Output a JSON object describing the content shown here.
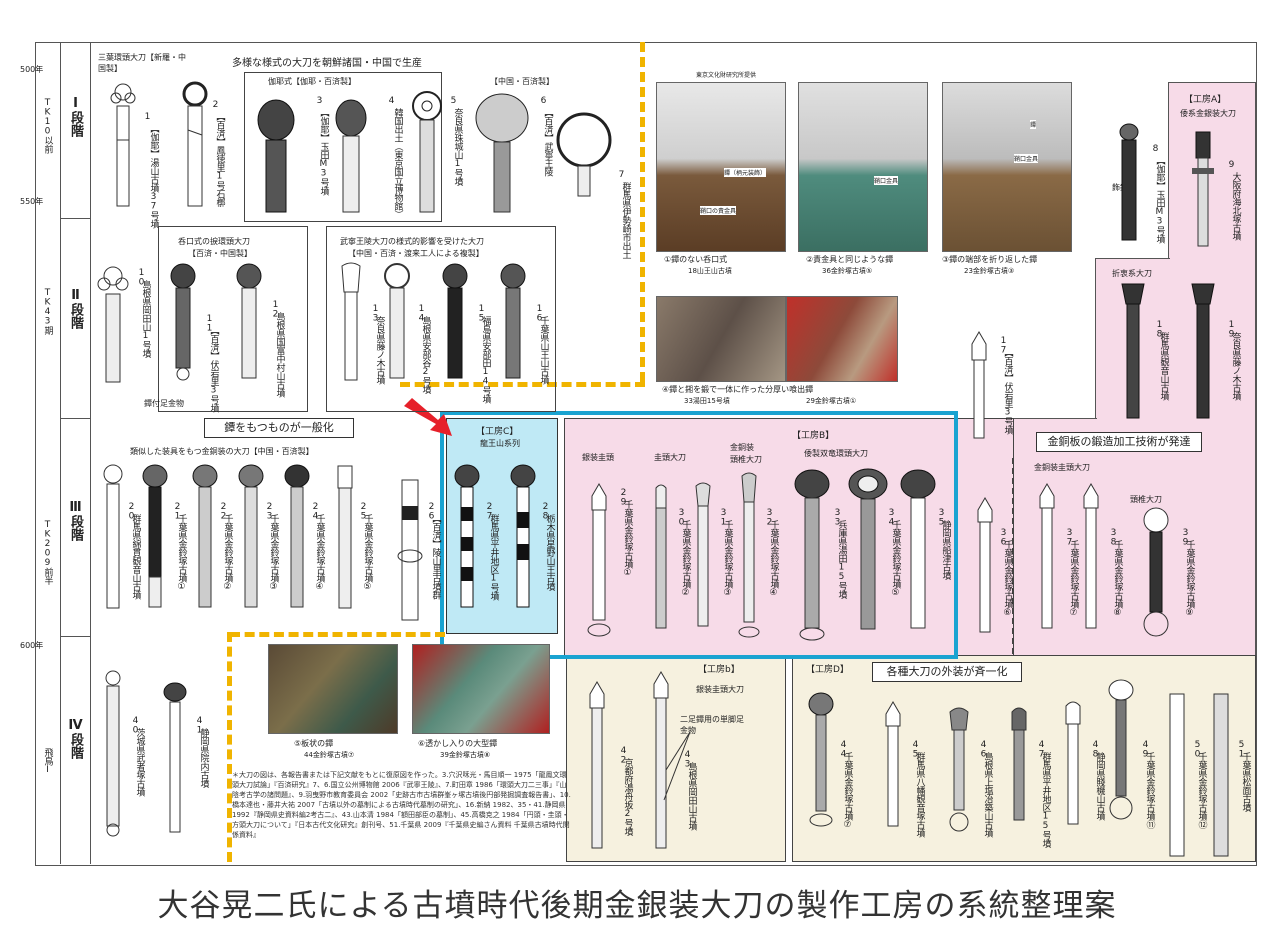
{
  "title": "大谷晃二氏による古墳時代後期金銀装大刀の製作工房の系統整理案",
  "timeline": {
    "years": [
      "500年",
      "550年",
      "600年"
    ],
    "eras": [
      "TK10以前",
      "TK43期",
      "TK209前半",
      "飛鳥Ⅰ"
    ],
    "stages": [
      "Ⅰ段階",
      "Ⅱ段階",
      "Ⅲ段階",
      "Ⅳ段階"
    ]
  },
  "stage1": {
    "heading": "多様な様式の大刀を朝鮮諸国・中国で生産",
    "sub1": "三葉環頭大刀【新羅・中国製】",
    "sub2": "伽耶式【伽耶・百済製】",
    "sub3": "【中国・百済製】",
    "items": [
      {
        "n": "1",
        "t": "【伽耶】湯山古墳37号墳"
      },
      {
        "n": "2",
        "t": "【百済】鳳徳里1号石槨"
      },
      {
        "n": "3",
        "t": "【伽耶】玉田M3号墳"
      },
      {
        "n": "4",
        "t": "韓国出土（東京国立博物館）"
      },
      {
        "n": "5",
        "t": "奈良県珠城山1号墳"
      },
      {
        "n": "6",
        "t": "【百済】武寧王陵"
      },
      {
        "n": "7",
        "t": "群馬県伊勢崎市出土"
      }
    ]
  },
  "stage2": {
    "box1_title": "呑口式の捩環頭大刀",
    "box1_sub": "【百済・中国製】",
    "box2_title": "武寧王陵大刀の様式的影響を受けた大刀",
    "box2_sub": "【中国・百済・渡来工人による複製】",
    "tsuba_label": "鐔付足金物",
    "items": [
      {
        "n": "10",
        "t": "島根県岡田山1号墳"
      },
      {
        "n": "11",
        "t": "【百済】伏岩里3号墳"
      },
      {
        "n": "12",
        "t": "島根県国富中村山古墳"
      },
      {
        "n": "13",
        "t": "奈良県藤ノ木古墳"
      },
      {
        "n": "14",
        "t": "島根県安部谷2号墳"
      },
      {
        "n": "15",
        "t": "福島県安部田14号墳"
      },
      {
        "n": "16",
        "t": "千葉県山王山古墳"
      }
    ]
  },
  "photos": {
    "credit": "東京文化財研究所提供",
    "captions": [
      {
        "t": "①鐔のない呑口式",
        "s": "18山王山古墳"
      },
      {
        "t": "②責金具と同じような鐔",
        "s": "36金鈴塚古墳⑤"
      },
      {
        "t": "③鐔の端部を折り返した鐔",
        "s": "23金鈴塚古墳③"
      },
      {
        "t": "④鐔と鎺を鍛で一体に作った分厚い喰出鐔",
        "s": "33湯田15号墳"
      },
      {
        "t": "",
        "s": "29金鈴塚古墳①"
      },
      {
        "t": "⑤板状の鐔",
        "s": "44金鈴塚古墳⑦"
      },
      {
        "t": "⑥透かし入りの大型鐔",
        "s": "39金鈴塚古墳⑧"
      }
    ],
    "labels": [
      "鐔（柄元装飾）",
      "鞘口の責金具",
      "鞘口金具",
      "鐔",
      "鞘口金具"
    ]
  },
  "generalize_banner": "鐔をもつものが一般化",
  "stage3_heading": "類似した装具をもつ金銅装の大刀【中国・百済製】",
  "stage3_items": [
    {
      "n": "20",
      "t": "群馬県綿貫観音山古墳"
    },
    {
      "n": "21",
      "t": "千葉県金鈴塚古墳①"
    },
    {
      "n": "22",
      "t": "千葉県金鈴塚古墳②"
    },
    {
      "n": "23",
      "t": "千葉県金鈴塚古墳③"
    },
    {
      "n": "24",
      "t": "千葉県金鈴塚古墳④"
    },
    {
      "n": "25",
      "t": "千葉県金鈴塚古墳⑤"
    },
    {
      "n": "26",
      "t": "【百済】陵山里古墳群"
    }
  ],
  "workshopC": {
    "title": "【工房C】",
    "sub": "龍王山系列",
    "items": [
      {
        "n": "27",
        "t": "群馬県平井地区1号墳"
      },
      {
        "n": "28",
        "t": "栃木県星野山王古墳"
      }
    ]
  },
  "workshopB": {
    "title": "【工房B】",
    "labels": [
      "銀装圭頭",
      "圭頭大刀",
      "金銅装",
      "頭椎大刀",
      "倭製双竜環頭大刀"
    ],
    "items": [
      {
        "n": "29",
        "t": "千葉県金鈴塚古墳①"
      },
      {
        "n": "30",
        "t": "千葉県金鈴塚古墳②"
      },
      {
        "n": "31",
        "t": "千葉県金鈴塚古墳③"
      },
      {
        "n": "32",
        "t": "千葉県金鈴塚古墳④"
      },
      {
        "n": "33",
        "t": "兵庫県湯田15号墳"
      },
      {
        "n": "34",
        "t": "千葉県金鈴塚古墳⑤"
      },
      {
        "n": "35",
        "t": "静岡県船津古墳"
      }
    ]
  },
  "workshopA": {
    "title": "【工房A】",
    "sub": "倭系金銀装大刀",
    "kazari": "飾鐔",
    "orikaeshi": "折衷系大刀",
    "items": [
      {
        "n": "8",
        "t": "【伽耶】玉田M3号墳"
      },
      {
        "n": "9",
        "t": "大阪府海北塚古墳"
      },
      {
        "n": "17",
        "t": "【百済】伏岩里3号墳"
      },
      {
        "n": "18",
        "t": "群馬県観音山古墳"
      },
      {
        "n": "19",
        "t": "奈良県藤ノ木古墳"
      }
    ]
  },
  "forging_banner": "金銅板の鍛造加工技術が発達",
  "stage3_right": {
    "label1": "金銅装圭頭大刀",
    "label2": "頭椎大刀",
    "items": [
      {
        "n": "36",
        "t": "千葉県金鈴塚古墳⑥"
      },
      {
        "n": "37",
        "t": "千葉県金鈴塚古墳⑦"
      },
      {
        "n": "38",
        "t": "千葉県金鈴塚古墳⑧"
      },
      {
        "n": "39",
        "t": "千葉県金鈴塚古墳⑨"
      }
    ]
  },
  "stage4_left": {
    "items": [
      {
        "n": "40",
        "t": "茨城県武者塚古墳"
      },
      {
        "n": "41",
        "t": "静岡県院内古墳"
      }
    ]
  },
  "workshop_b_small": {
    "title": "【工房b】",
    "sub": "銀装圭頭大刀",
    "note": "二足鐔用の単脚足金物",
    "items": [
      {
        "n": "42",
        "t": "京都府湯舟坂2号墳"
      },
      {
        "n": "43",
        "t": "島根県岡田山古墳"
      }
    ]
  },
  "workshopD": {
    "title": "【工房D】",
    "banner": "各種大刀の外装が斉一化",
    "items": [
      {
        "n": "44",
        "t": "千葉県金鈴塚古墳⑦"
      },
      {
        "n": "45",
        "t": "群馬県八幡観音塚古墳"
      },
      {
        "n": "46",
        "t": "島根県上塩冶築山古墳"
      },
      {
        "n": "47",
        "t": "群馬県平井地区15号墳"
      },
      {
        "n": "48",
        "t": "静岡県賤機山古墳"
      },
      {
        "n": "49",
        "t": "千葉県金鈴塚古墳⑪"
      },
      {
        "n": "50",
        "t": "千葉県金鈴塚古墳⑫"
      },
      {
        "n": "51",
        "t": "千葉県松面古墳"
      }
    ]
  },
  "notes": "＊大刀の図は、各報告書または下記文献をもとに復原図を作った。3.穴沢咊光・馬目順一 1975「龍鳳文環頭大刀試論」『百済研究』7、6.国立公州博物館 2006『武寧王陵』、7.町田章 1986「環頭大刀二三事」『山陰考古学の諸問題』、9.羽曳野市教育委員会 2002「史跡古市古墳群峯ヶ塚古墳後円部発掘調査報告書」、10.橋本達也・藤井大祐 2007「古墳以外の墓制による古墳時代墓制の研究」、16.新納 1982、35・41.静岡県 1992『静岡県史資料編2考古二』、43.山本清 1984「額田部臣の墓制」、45.高橋克之 1984「円頭・圭頭・方頭大刀について」『日本古代文化研究』創刊号、51.千葉県 2009『千葉県史編さん資料 千葉県古墳時代関係資料』",
  "colors": {
    "yellow_dash": "#f0b400",
    "blue_box": "#1aa3d1",
    "cyan_fill": "#bfe9f5",
    "pink_fill": "#f7dbe8",
    "cream_fill": "#f6f1df",
    "arrow": "#e6202a"
  }
}
